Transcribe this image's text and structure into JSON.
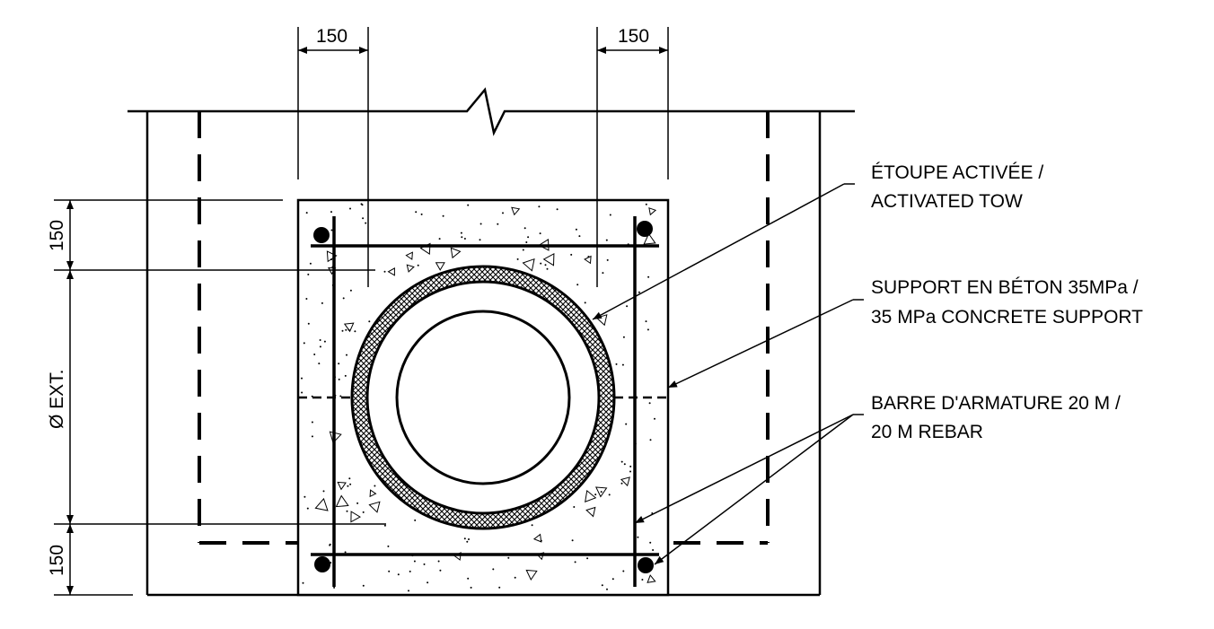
{
  "dimensions": {
    "top_left_width": "150",
    "top_right_width": "150",
    "left_top_height": "150",
    "left_middle_height": "Ø EXT.",
    "left_bottom_height": "150"
  },
  "callouts": {
    "activated_tow": {
      "line1": "ÉTOUPE ACTIVÉE /",
      "line2": "ACTIVATED TOW"
    },
    "concrete_support": {
      "line1": "SUPPORT EN BÉTON 35MPa /",
      "line2": "35 MPa CONCRETE SUPPORT"
    },
    "rebar": {
      "line1": "BARRE D'ARMATURE 20 M /",
      "line2": "20 M REBAR"
    }
  },
  "colors": {
    "line": "#000000",
    "background": "#ffffff"
  }
}
